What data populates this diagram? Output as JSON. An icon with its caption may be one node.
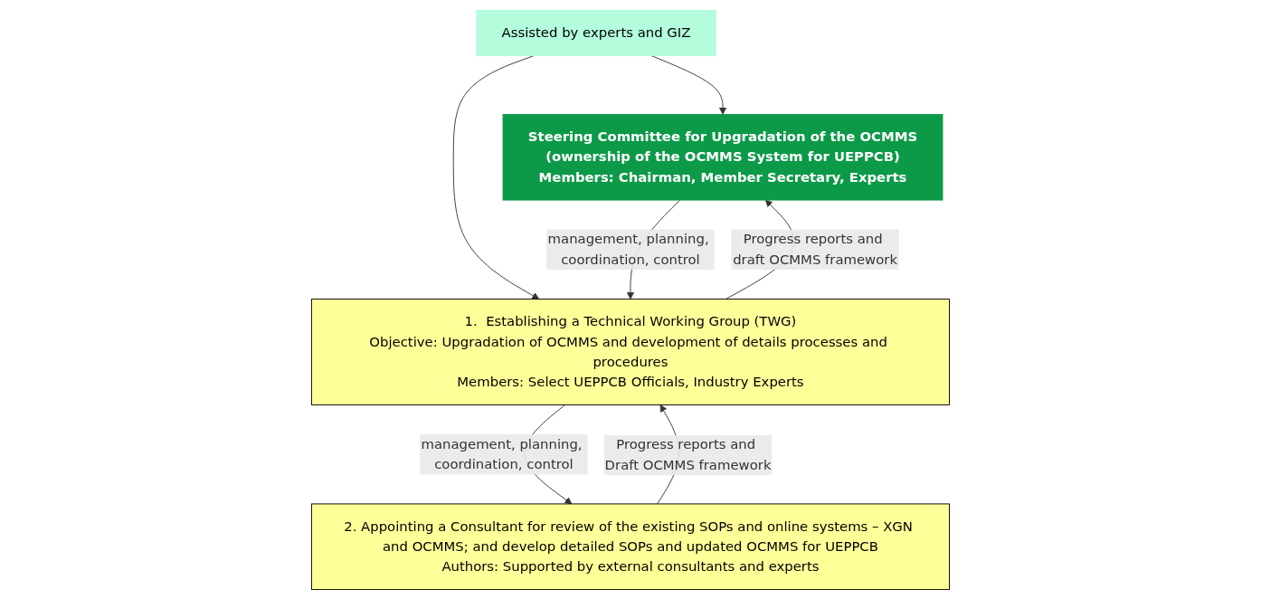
{
  "diagram": {
    "nodes": [
      {
        "text": [
          "Steering Committee for Upgradation of the OCMMS",
          "(ownership of the OCMMS System for UEPPCB)",
          "Members: Chairman, Member Secretary, Experts"
        ]
      },
      {
        "text": [
          "Assisted by experts and GIZ"
        ]
      },
      {
        "text": [
          "1.  Establishing a Technical Working Group (TWG)",
          "Objective: Upgradation of OCMMS and development of details processes and procedures",
          "Members: Select UEPPCB Officials, Industry Experts"
        ]
      },
      {
        "text": [
          "2. Appointing a Consultant for review of the existing SOPs and online systems – XGN and OCMMS; and develop detailed SOPs and updated OCMMS for UEPPCB",
          "Authors: Supported by external consultants and experts"
        ]
      }
    ],
    "edges": [
      {
        "from": 1,
        "to": 0,
        "arrow": "to"
      },
      {
        "from": 1,
        "to": 2,
        "arrow": "to"
      },
      {
        "from": 0,
        "to": 2,
        "arrow": "to",
        "label": "management, planning, coordination, control"
      },
      {
        "from": 2,
        "to": 0,
        "arrow": "to",
        "label": "Progress reports and draft OCMMS framework"
      },
      {
        "from": 2,
        "to": 3,
        "arrow": "to",
        "label": "management, planning, coordination, control"
      },
      {
        "from": 3,
        "to": 2,
        "arrow": "to",
        "label": "Progress reports and Draft OCMMS framework"
      }
    ]
  }
}
